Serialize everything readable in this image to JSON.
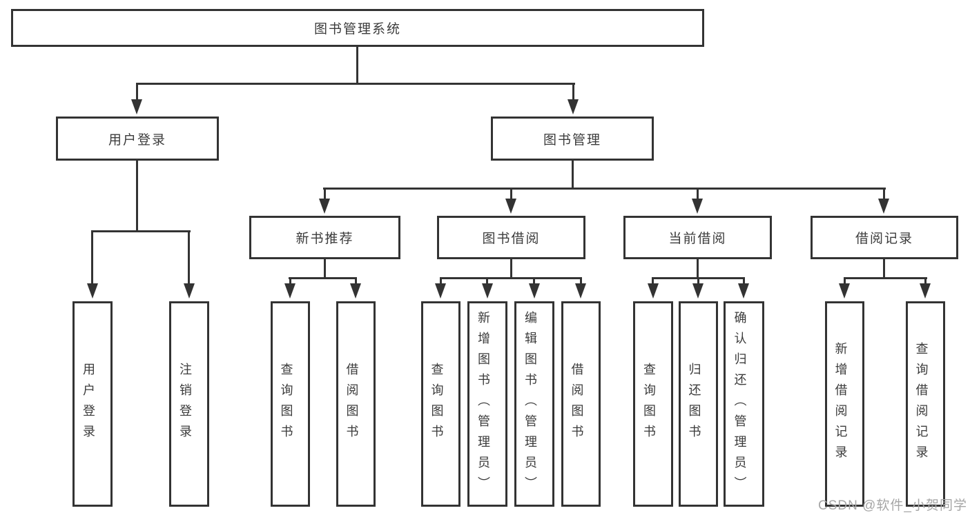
{
  "colors": {
    "line": "#333333",
    "text": "#3b3b3b",
    "watermark": "#a6a6a6",
    "background": "#ffffff"
  },
  "watermark": "CSDN @软件_小贺同学",
  "tree": {
    "label": "图书管理系统",
    "children": [
      {
        "label": "用户登录",
        "children": [
          {
            "label": "用户登录"
          },
          {
            "label": "注销登录"
          }
        ]
      },
      {
        "label": "图书管理",
        "children": [
          {
            "label": "新书推荐",
            "children": [
              {
                "label": "查询图书"
              },
              {
                "label": "借阅图书"
              }
            ]
          },
          {
            "label": "图书借阅",
            "children": [
              {
                "label": "查询图书"
              },
              {
                "label": "新增图书（管理员）"
              },
              {
                "label": "编辑图书（管理员）"
              },
              {
                "label": "借阅图书"
              }
            ]
          },
          {
            "label": "当前借阅",
            "children": [
              {
                "label": "查询图书"
              },
              {
                "label": "归还图书"
              },
              {
                "label": "确认归还（管理员）"
              }
            ]
          },
          {
            "label": "借阅记录",
            "children": [
              {
                "label": "新增借阅记录"
              },
              {
                "label": "查询借阅记录"
              }
            ]
          }
        ]
      }
    ]
  }
}
